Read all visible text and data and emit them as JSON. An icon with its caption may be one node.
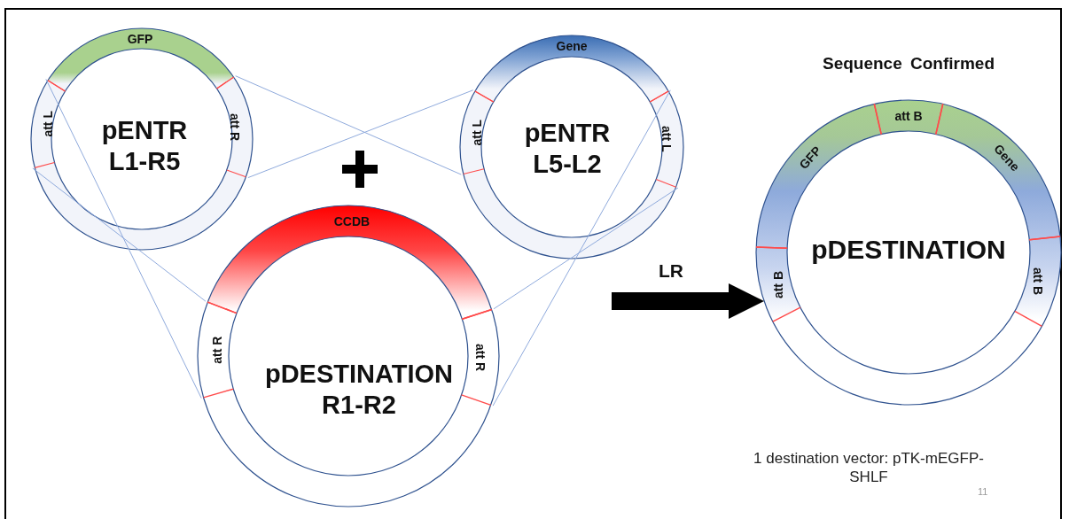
{
  "diagram": {
    "nodes": [
      {
        "text": [
          "pENTR L1-R5"
        ]
      },
      {
        "text": [
          "GFP"
        ],
        "in": 0
      },
      {
        "text": [
          "att L"
        ],
        "in": 0
      },
      {
        "text": [
          "att R"
        ],
        "in": 0
      },
      {
        "text": [
          "pENTR L5-L2"
        ]
      },
      {
        "text": [
          "Gene"
        ],
        "in": 4
      },
      {
        "text": [
          "att L"
        ],
        "in": 4
      },
      {
        "text": [
          "att L"
        ],
        "in": 4
      },
      {
        "text": [
          "pDESTINATION R1-R2"
        ]
      },
      {
        "text": [
          "CCDB"
        ],
        "in": 8
      },
      {
        "text": [
          "att R"
        ],
        "in": 8
      },
      {
        "text": [
          "att R"
        ],
        "in": 8
      },
      {
        "text": [
          "Sequence Confirmed",
          "pDESTINATION"
        ],
        "beside": [
          "1 destination vector: pTK-mEGFP-SHLF"
        ]
      },
      {
        "text": [
          "GFP"
        ],
        "in": 12
      },
      {
        "text": [
          "att B"
        ],
        "in": 12
      },
      {
        "text": [
          "Gene"
        ],
        "in": 12
      },
      {
        "text": [
          "att B"
        ],
        "in": 12
      },
      {
        "text": [
          "att B"
        ],
        "in": 12
      }
    ],
    "edges": [
      {
        "from": 3,
        "to": 6,
        "arrow": "none"
      },
      {
        "from": 3,
        "to": 6,
        "arrow": "none"
      },
      {
        "from": 2,
        "to": 10,
        "arrow": "none"
      },
      {
        "from": 2,
        "to": 10,
        "arrow": "none"
      },
      {
        "from": 7,
        "to": 11,
        "arrow": "none"
      },
      {
        "from": 7,
        "to": 11,
        "arrow": "none"
      },
      {
        "from": null,
        "to": 12,
        "arrow": "to",
        "label": "LR",
        "style": "thick",
        "color": "#000000"
      }
    ],
    "labels": [
      "11"
    ]
  }
}
